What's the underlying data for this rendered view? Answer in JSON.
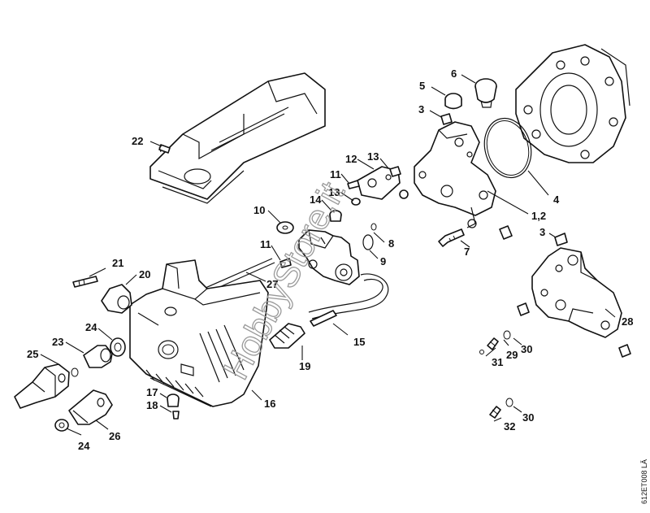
{
  "diagram": {
    "watermark": "HobbyStore.it",
    "drawing_code": "612ET008 LÄ"
  },
  "callouts": {
    "c1_2": "1,2",
    "c3a": "3",
    "c3b": "3",
    "c4": "4",
    "c5": "5",
    "c6": "6",
    "c7": "7",
    "c8": "8",
    "c9": "9",
    "c10": "10",
    "c11a": "11",
    "c11b": "11",
    "c12": "12",
    "c13a": "13",
    "c13b": "13",
    "c14": "14",
    "c15": "15",
    "c16": "16",
    "c17": "17",
    "c18": "18",
    "c19": "19",
    "c20": "20",
    "c21": "21",
    "c22": "22",
    "c23": "23",
    "c24a": "24",
    "c24b": "24",
    "c25": "25",
    "c26": "26",
    "c27": "27",
    "c28": "28",
    "c29": "29",
    "c30a": "30",
    "c30b": "30",
    "c31": "31",
    "c32": "32"
  }
}
